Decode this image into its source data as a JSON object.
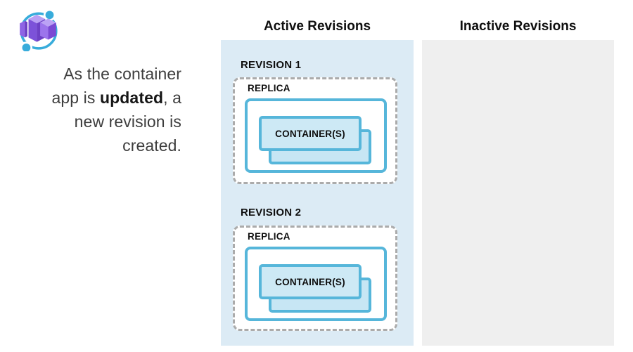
{
  "icon": {
    "name": "Azure Container Apps"
  },
  "intro": {
    "before": "As the container app is ",
    "bold": "updated",
    "after": ", a new revision is created."
  },
  "active": {
    "title": "Active Revisions",
    "revisions": [
      {
        "label": "REVISION 1",
        "replica": "REPLICA",
        "container": "CONTAINER(S)"
      },
      {
        "label": "REVISION 2",
        "replica": "REPLICA",
        "container": "CONTAINER(S)"
      }
    ]
  },
  "inactive": {
    "title": "Inactive Revisions"
  },
  "colors": {
    "active_panel_bg": "#dcebf5",
    "inactive_panel_bg": "#efefef",
    "teal_border": "#56b6da",
    "container_fill": "#c7e6f4",
    "dashed_border": "#ababab",
    "icon_teal": "#38acdb",
    "icon_purple": "#7c52d9",
    "text": "#3d3d3d"
  }
}
